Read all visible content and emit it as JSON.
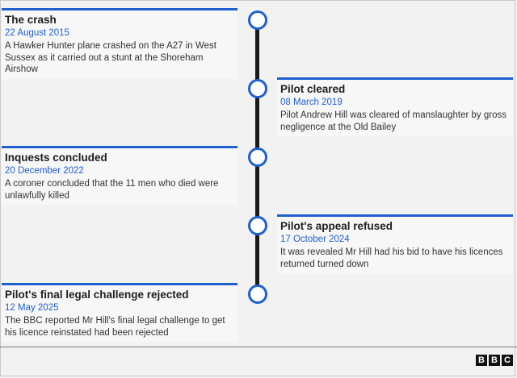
{
  "events": [
    {
      "title": "The crash",
      "date": "22 August 2015",
      "description": "A Hawker Hunter plane crashed on the A27 in West Sussex as it carried out a stunt at the Shoreham Airshow"
    },
    {
      "title": "Pilot cleared",
      "date": "08 March 2019",
      "description": "Pilot Andrew Hill was cleared of manslaughter by gross negligence at the Old Bailey"
    },
    {
      "title": "Inquests concluded",
      "date": "20 December 2022",
      "description": "A coroner concluded that the 11 men who died were unlawfully killed"
    },
    {
      "title": "Pilot's appeal refused",
      "date": "17 October 2024",
      "description": "It was revealed Mr Hill had his bid to have his licences returned turned down"
    },
    {
      "title": "Pilot's final legal challenge rejected",
      "date": "12 May 2025",
      "description": "The BBC reported Mr Hill's final legal challenge to get his licence reinstated had been rejected"
    }
  ],
  "logo": [
    "B",
    "B",
    "C"
  ],
  "colors": {
    "accent": "#1f5fcf",
    "spine": "#1a1a1a",
    "background": "#f2f2f2"
  }
}
